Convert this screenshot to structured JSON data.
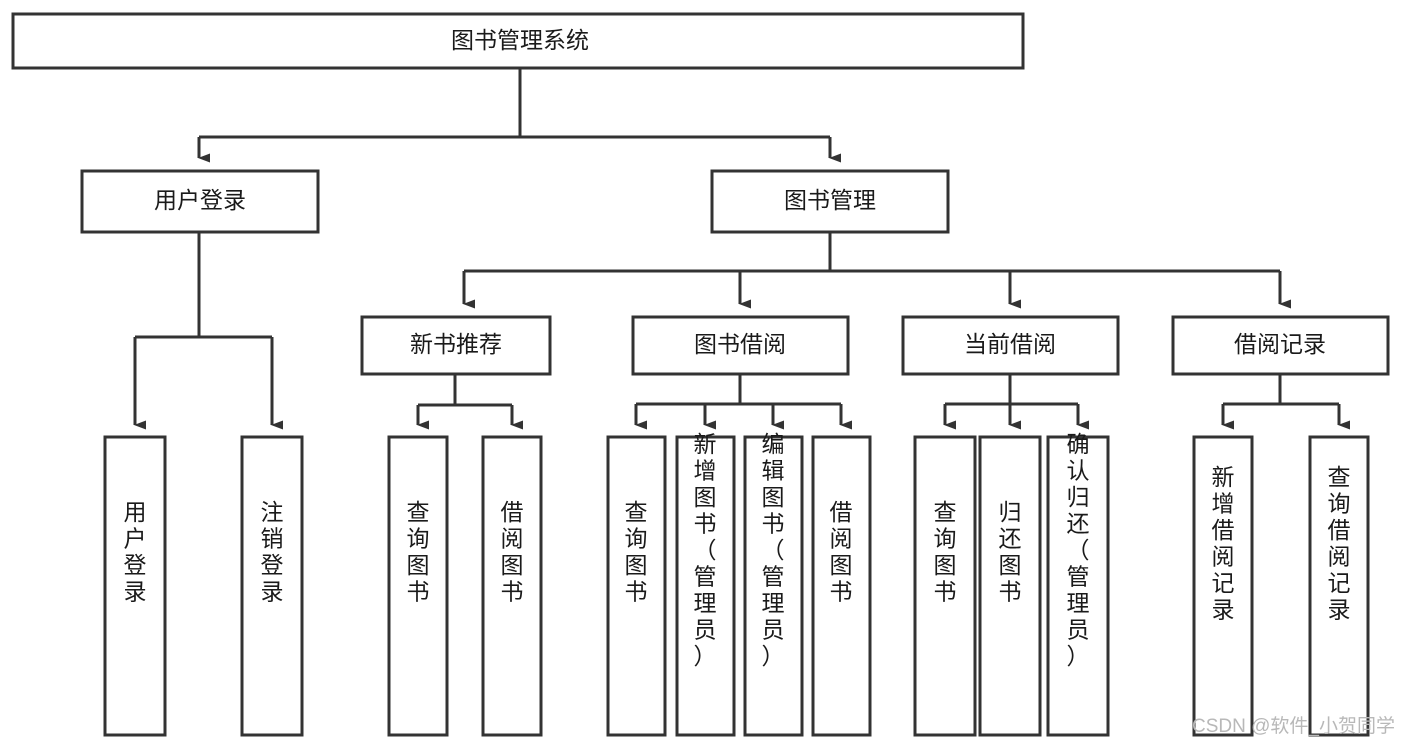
{
  "diagram": {
    "type": "tree",
    "title": "图书管理系统",
    "orientation": "top-down",
    "levels": 3,
    "root": {
      "id": "root",
      "label": "图书管理系统",
      "label_orientation": "horizontal"
    },
    "level2": [
      {
        "id": "user-login",
        "label": "用户登录",
        "label_orientation": "horizontal"
      },
      {
        "id": "book-manage",
        "label": "图书管理",
        "label_orientation": "horizontal"
      }
    ],
    "level3": [
      {
        "id": "new-book-rec",
        "label": "新书推荐",
        "label_orientation": "horizontal",
        "parent": "book-manage"
      },
      {
        "id": "book-borrow",
        "label": "图书借阅",
        "label_orientation": "horizontal",
        "parent": "book-manage"
      },
      {
        "id": "current-borrow",
        "label": "当前借阅",
        "label_orientation": "horizontal",
        "parent": "book-manage"
      },
      {
        "id": "borrow-record",
        "label": "借阅记录",
        "label_orientation": "horizontal",
        "parent": "book-manage"
      }
    ],
    "leaves": [
      {
        "id": "leaf-user-login",
        "label": "用户登录",
        "parent": "user-login",
        "label_orientation": "vertical"
      },
      {
        "id": "leaf-logout-login",
        "label": "注销登录",
        "parent": "user-login",
        "label_orientation": "vertical"
      },
      {
        "id": "leaf-query-book-1",
        "label": "查询图书",
        "parent": "new-book-rec",
        "label_orientation": "vertical"
      },
      {
        "id": "leaf-borrow-book-1",
        "label": "借阅图书",
        "parent": "new-book-rec",
        "label_orientation": "vertical"
      },
      {
        "id": "leaf-query-book-2",
        "label": "查询图书",
        "parent": "book-borrow",
        "label_orientation": "vertical"
      },
      {
        "id": "leaf-add-book",
        "label": "新增图书（管理员）",
        "parent": "book-borrow",
        "label_orientation": "vertical"
      },
      {
        "id": "leaf-edit-book",
        "label": "编辑图书（管理员）",
        "parent": "book-borrow",
        "label_orientation": "vertical"
      },
      {
        "id": "leaf-borrow-book-2",
        "label": "借阅图书",
        "parent": "book-borrow",
        "label_orientation": "vertical"
      },
      {
        "id": "leaf-query-book-3",
        "label": "查询图书",
        "parent": "current-borrow",
        "label_orientation": "vertical"
      },
      {
        "id": "leaf-return-book",
        "label": "归还图书",
        "parent": "current-borrow",
        "label_orientation": "vertical"
      },
      {
        "id": "leaf-confirm-return",
        "label": "确认归还（管理员）",
        "parent": "current-borrow",
        "label_orientation": "vertical"
      },
      {
        "id": "leaf-add-record",
        "label": "新增借阅记录",
        "parent": "borrow-record",
        "label_orientation": "vertical"
      },
      {
        "id": "leaf-query-record",
        "label": "查询借阅记录",
        "parent": "borrow-record",
        "label_orientation": "vertical"
      }
    ],
    "colors": {
      "box_stroke": "#333333",
      "box_fill": "#ffffff",
      "text": "#1a1a1a",
      "background": "#ffffff",
      "watermark": "#b8b8b8"
    }
  },
  "watermark": {
    "text": "CSDN @软件_小贺同学"
  }
}
